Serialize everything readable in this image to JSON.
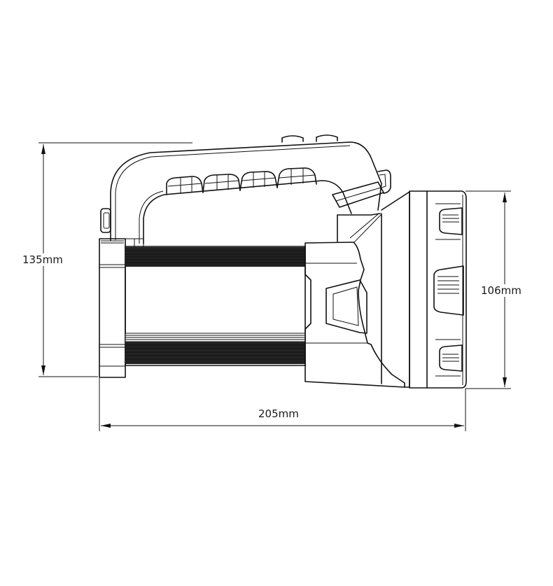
{
  "diagram": {
    "subject": "Handheld searchlight / spotlight side-view dimension drawing",
    "view": "side elevation",
    "colors": {
      "line": "#111111",
      "background": "#ffffff"
    }
  },
  "dimensions": {
    "overall_height": {
      "label": "135mm",
      "value": 135,
      "unit": "mm",
      "orientation": "vertical"
    },
    "head_diameter": {
      "label": "106mm",
      "value": 106,
      "unit": "mm",
      "orientation": "vertical"
    },
    "overall_length": {
      "label": "205mm",
      "value": 205,
      "unit": "mm",
      "orientation": "horizontal"
    }
  },
  "parts": [
    {
      "name": "carry-handle",
      "description": "arched top handle with finger grips"
    },
    {
      "name": "top-buttons",
      "count": 2
    },
    {
      "name": "strap-loops",
      "count": 2
    },
    {
      "name": "ribbed-body",
      "description": "cylindrical body with horizontal ribbing"
    },
    {
      "name": "rear-cap"
    },
    {
      "name": "head-grip",
      "description": "side grip housing"
    },
    {
      "name": "lamp-head",
      "description": "bezel with rubber bumper segments"
    }
  ]
}
